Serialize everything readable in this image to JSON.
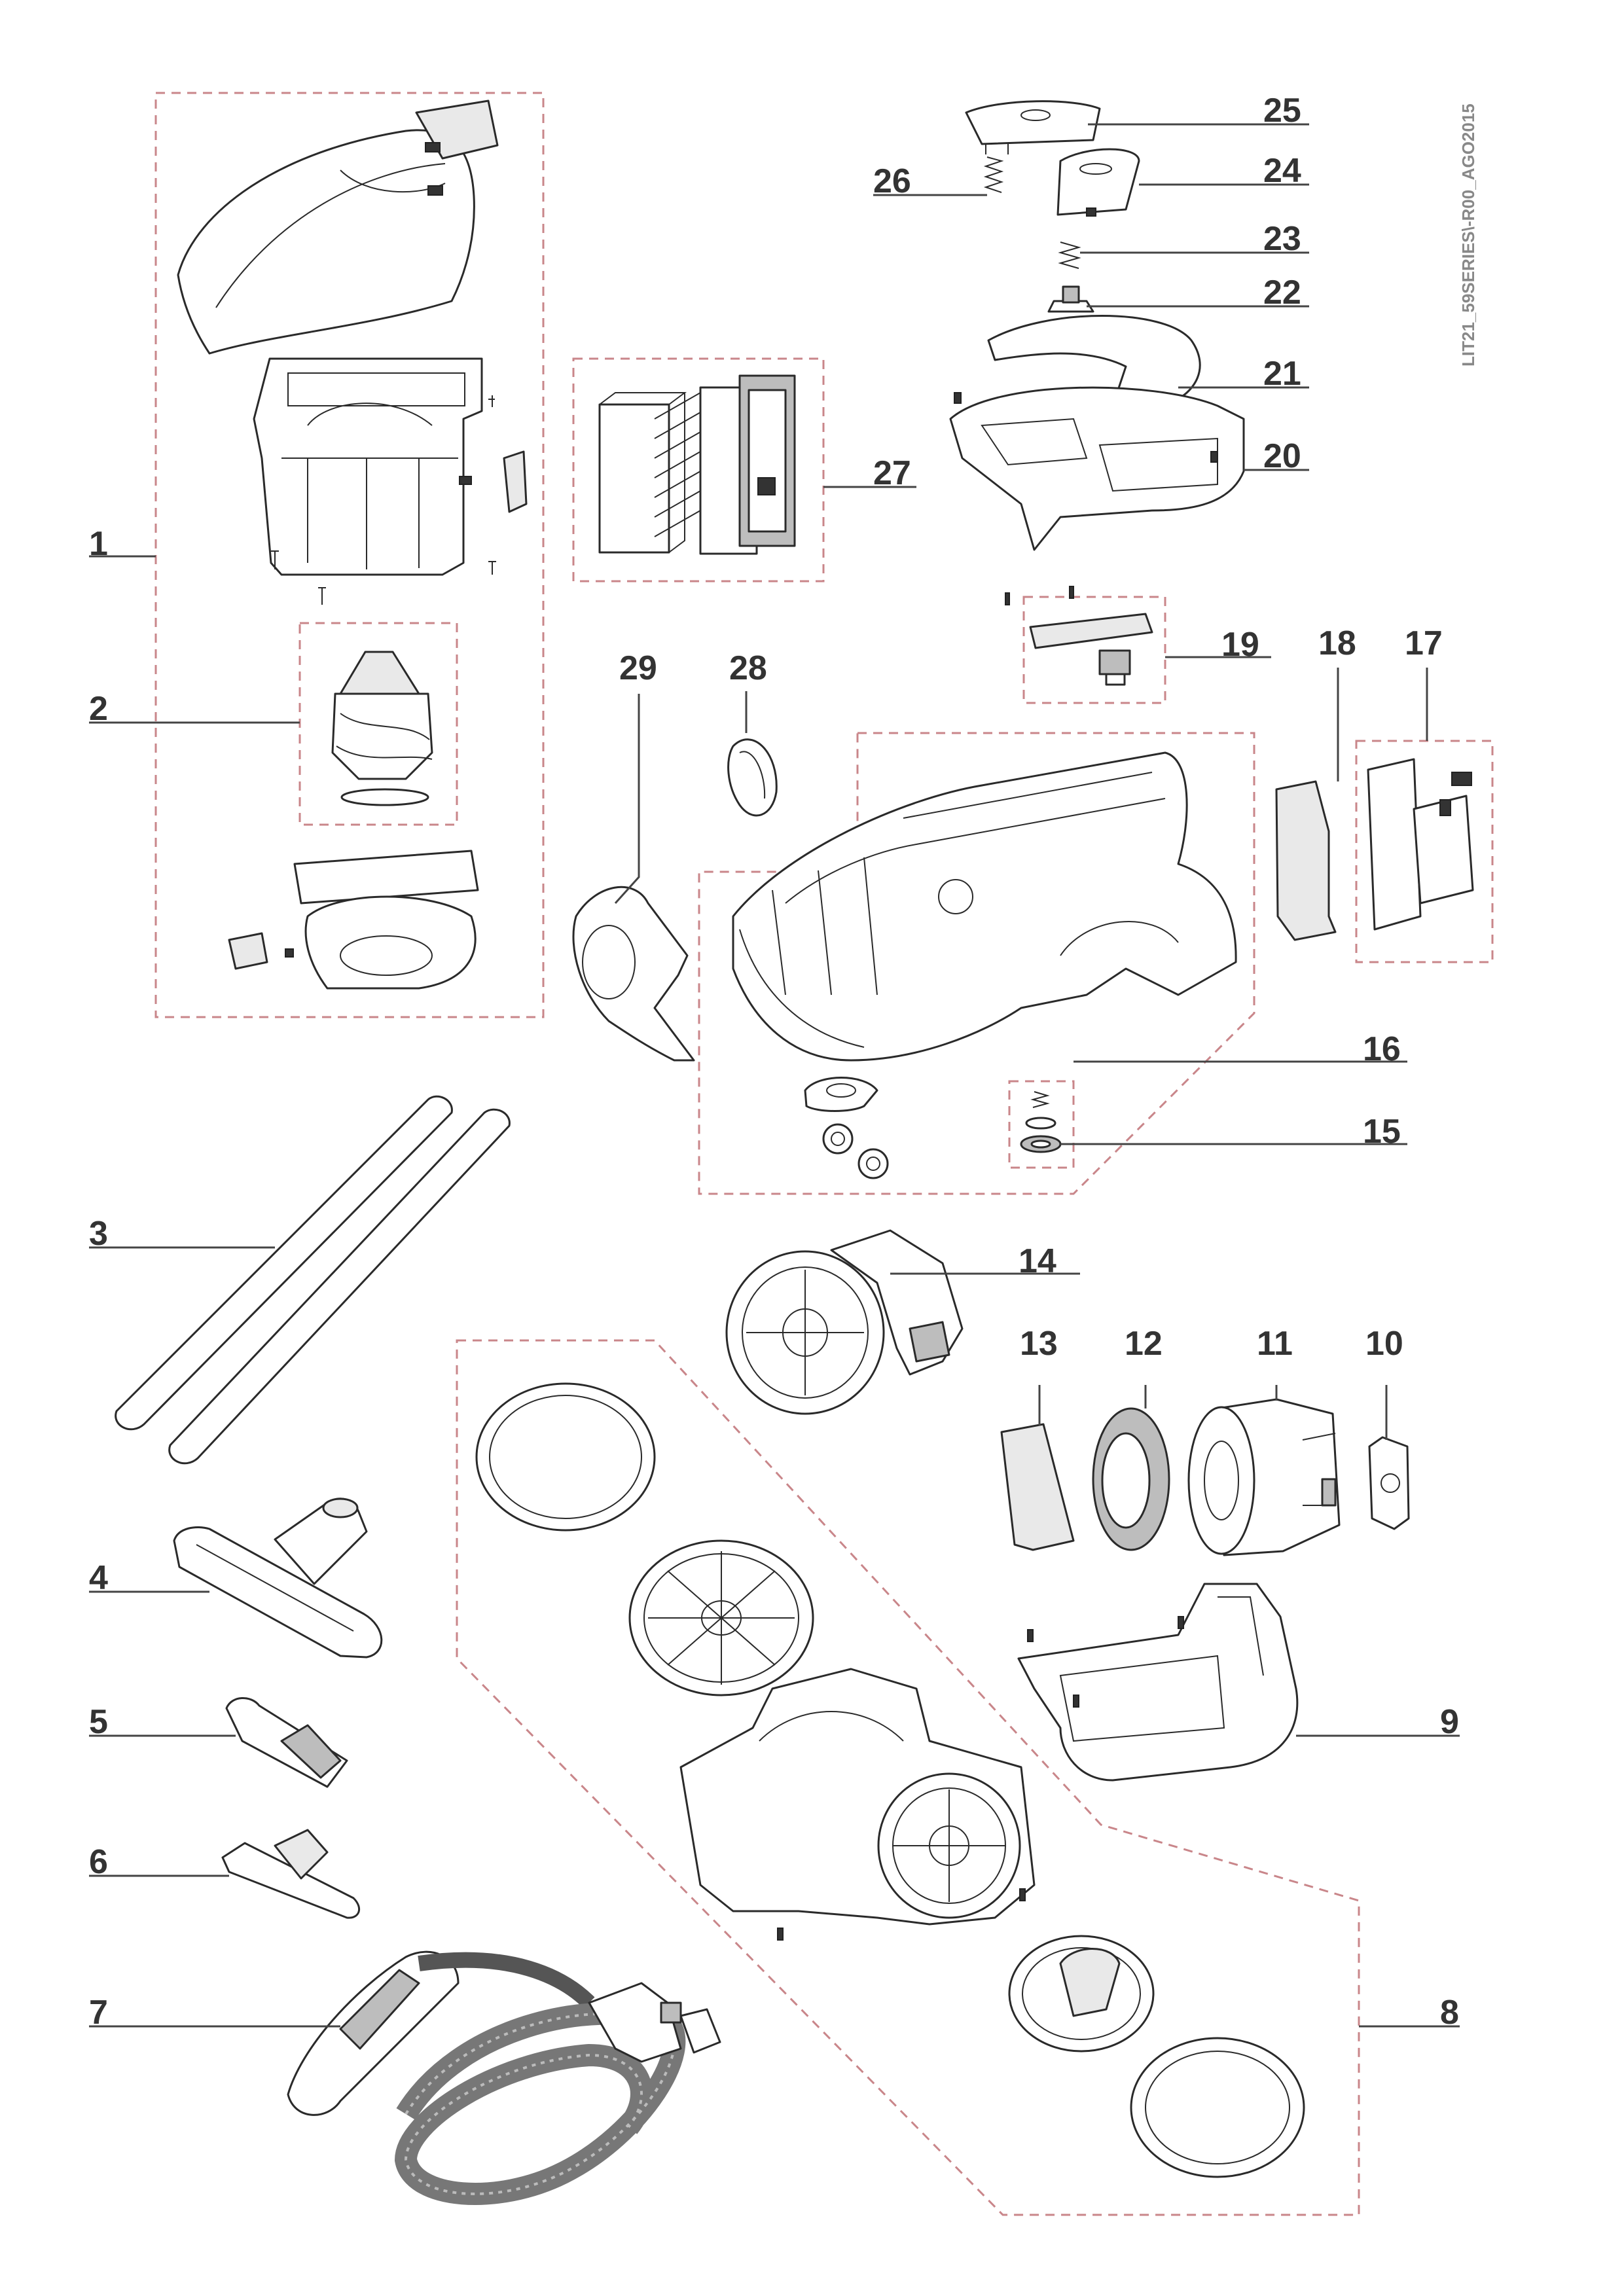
{
  "document_id": "LIT21_59SERIES\\-R00_AGO2015",
  "callouts": {
    "c1": "1",
    "c2": "2",
    "c3": "3",
    "c4": "4",
    "c5": "5",
    "c6": "6",
    "c7": "7",
    "c8": "8",
    "c9": "9",
    "c10": "10",
    "c11": "11",
    "c12": "12",
    "c13": "13",
    "c14": "14",
    "c15": "15",
    "c16": "16",
    "c17": "17",
    "c18": "18",
    "c19": "19",
    "c20": "20",
    "c21": "21",
    "c22": "22",
    "c23": "23",
    "c24": "24",
    "c25": "25",
    "c26": "26",
    "c27": "27",
    "c28": "28",
    "c29": "29"
  },
  "colors": {
    "group_frame": "#c9868a",
    "line_art": "#2a2a2a",
    "label_text": "#333333"
  }
}
